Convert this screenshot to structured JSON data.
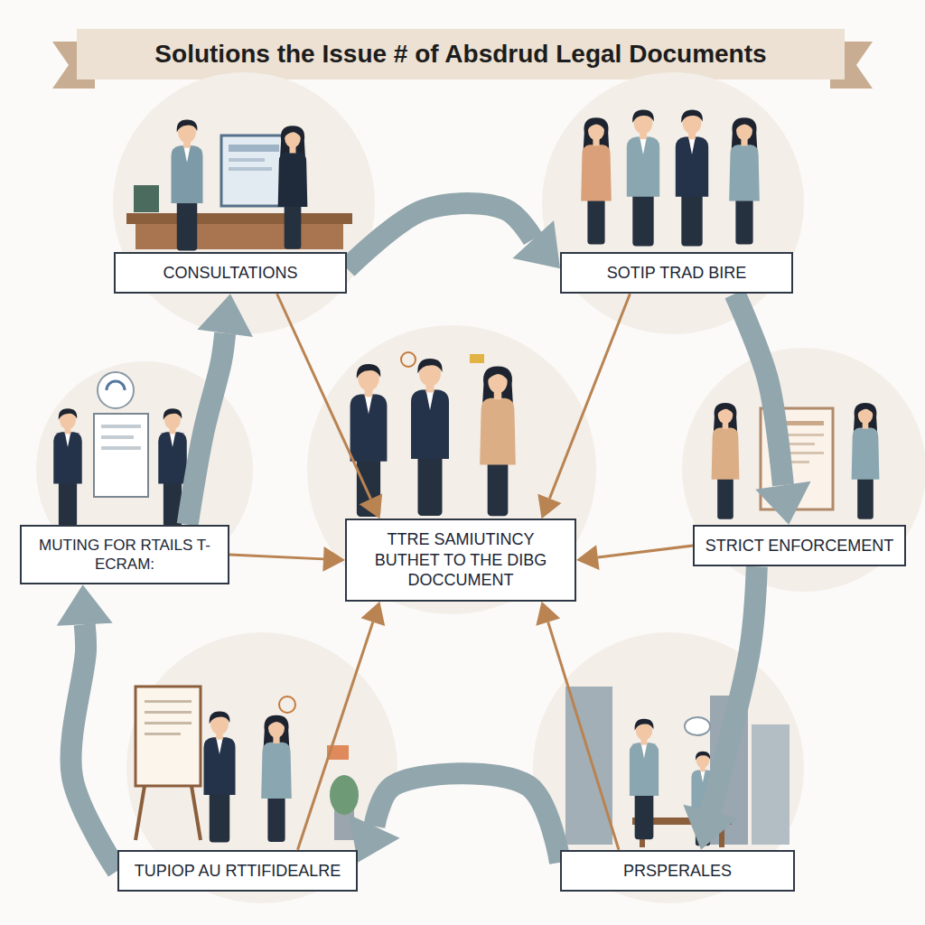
{
  "diagram": {
    "title": "Solutions the Issue # of Absdrud Legal Documents",
    "nodes": [
      {
        "text": [
          "CONSULTATIONS"
        ]
      },
      {
        "text": [
          "SOTIP TRAD BIRE"
        ]
      },
      {
        "text": [
          "MUTING FOR RTAILS T-ECRAM:"
        ]
      },
      {
        "text": [
          "TTRE SAMIUTINCY BUTHET TO THE DIBG DOCCUMENT"
        ]
      },
      {
        "text": [
          "STRICT ENFORCEMENT"
        ]
      },
      {
        "text": [
          "TUPIOP AU RTTIFIDEALRE"
        ]
      },
      {
        "text": [
          "PRSPERALES"
        ]
      }
    ],
    "edges": [
      {
        "from": 0,
        "to": 1,
        "arrow": "to"
      },
      {
        "from": 1,
        "to": 4,
        "arrow": "to"
      },
      {
        "from": 4,
        "to": 6,
        "arrow": "to"
      },
      {
        "from": 6,
        "to": 5,
        "arrow": "to"
      },
      {
        "from": 5,
        "to": 2,
        "arrow": "to"
      },
      {
        "from": 2,
        "to": 0,
        "arrow": "to"
      },
      {
        "from": 0,
        "to": 3,
        "arrow": "to"
      },
      {
        "from": 1,
        "to": 3,
        "arrow": "to"
      },
      {
        "from": 2,
        "to": 3,
        "arrow": "to"
      },
      {
        "from": 4,
        "to": 3,
        "arrow": "to"
      },
      {
        "from": 5,
        "to": 3,
        "arrow": "to"
      },
      {
        "from": 6,
        "to": 3,
        "arrow": "to"
      }
    ]
  }
}
